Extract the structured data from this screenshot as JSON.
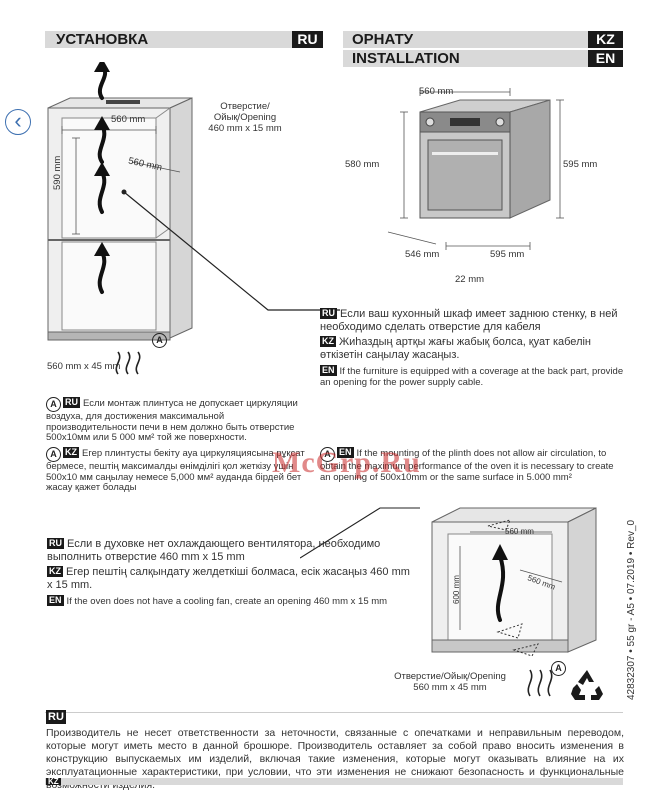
{
  "header_left": {
    "title": "УСТАНОВКА",
    "badge": "RU"
  },
  "header_right": {
    "row1": {
      "title": "ОРНАТУ",
      "badge": "KZ"
    },
    "row2": {
      "title": "INSTALLATION",
      "badge": "EN"
    }
  },
  "nav": {
    "back_glyph": "‹"
  },
  "diagram_top_left": {
    "opening_label_1": "Отверстие/Ойық/Opening",
    "opening_label_2": "460 mm x 15 mm",
    "width_top": "560 mm",
    "depth_side": "560 mm",
    "height_side": "590 mm",
    "bottom_opening": "560 mm x 45 mm",
    "circle_label": "A"
  },
  "diagram_oven": {
    "width_top": "560 mm",
    "height_left": "580 mm",
    "height_right": "595 mm",
    "depth_bottom": "546 mm",
    "width_bottom": "595 mm",
    "door_gap": "22 mm"
  },
  "note_back": {
    "ru_tag": "RU",
    "ru": "Если ваш кухонный шкаф имеет заднюю стенку, в ней необходимо сделать отверстие для кабеля",
    "kz_tag": "KZ",
    "kz": "Жиһаздың артқы жағы жабық болса, қуат кабелін өткізетін саңылау жасаңыз.",
    "en_tag": "EN",
    "en": "If the furniture is equipped with a coverage at the back part, provide an opening for the power supply cable."
  },
  "note_plinth": {
    "circle": "A",
    "ru_tag": "RU",
    "ru": "Если монтаж плинтуса не допускает циркуляции воздуха, для достижения максимальной производительности печи в нем должно быть отверстие 500x10мм или 5 000 мм² той же поверхности.",
    "kz_tag": "KZ",
    "kz": "Егер плинтусты бекіту ауа циркуляциясына рұқсат бермесе, пештің максималды өнімділігі қол жеткізу үшін 500x10 мм саңылау немесе 5,000 мм² ауданда бірдей бет жасау қажет болады",
    "en_tag": "EN",
    "en": "If the mounting of the plinth does not allow air circulation, to obtain the maximum performance of the oven it is necessary to create an opening of 500x10mm or the same surface in 5.000 mm²"
  },
  "watermark": "McGrp.Ru",
  "note_fan": {
    "ru_tag": "RU",
    "ru": "Если в духовке нет охлаждающего вентилятора, необходимо выполнить отверстие 460 mm x 15 mm",
    "kz_tag": "KZ",
    "kz": "Егер пештің салқындату желдеткіші болмаса, есік жасаңыз 460 mm x 15 mm.",
    "en_tag": "EN",
    "en": "If the oven does not have a cooling fan, create an opening 460 mm x 15 mm"
  },
  "diagram_bottom_right": {
    "width_top": "560 mm",
    "depth_side": "560 mm",
    "height_side": "600 mm",
    "opening_label_1": "Отверстие/Ойық/Opening",
    "opening_label_2": "560 mm x 45 mm",
    "circle_label": "A"
  },
  "side_code": "42832307 • 55 gr - A5 • 07.2019 • Rev_0",
  "footer": {
    "tag": "RU",
    "text": "Производитель не несет ответственности за неточности, связанные с опечатками и неправильным переводом, которые могут иметь место в данной брошюре. Производитель оставляет за собой право вносить изменения в конструкцию выпускаемых им изделий, включая такие изменения, которые могут оказывать влияние на их эксплуатационные характеристики, при условии, что эти изменения не снижают безопасность и функциональные возможности изделия.",
    "next_tag": "KZ"
  },
  "icons": [
    "chevron-left-icon",
    "airflow-arrow-icon",
    "recycle-icon"
  ],
  "colors": {
    "header_bar": "#d9d9d9",
    "badge": "#1a1a1a",
    "accent_blue": "#3c6fb0"
  }
}
